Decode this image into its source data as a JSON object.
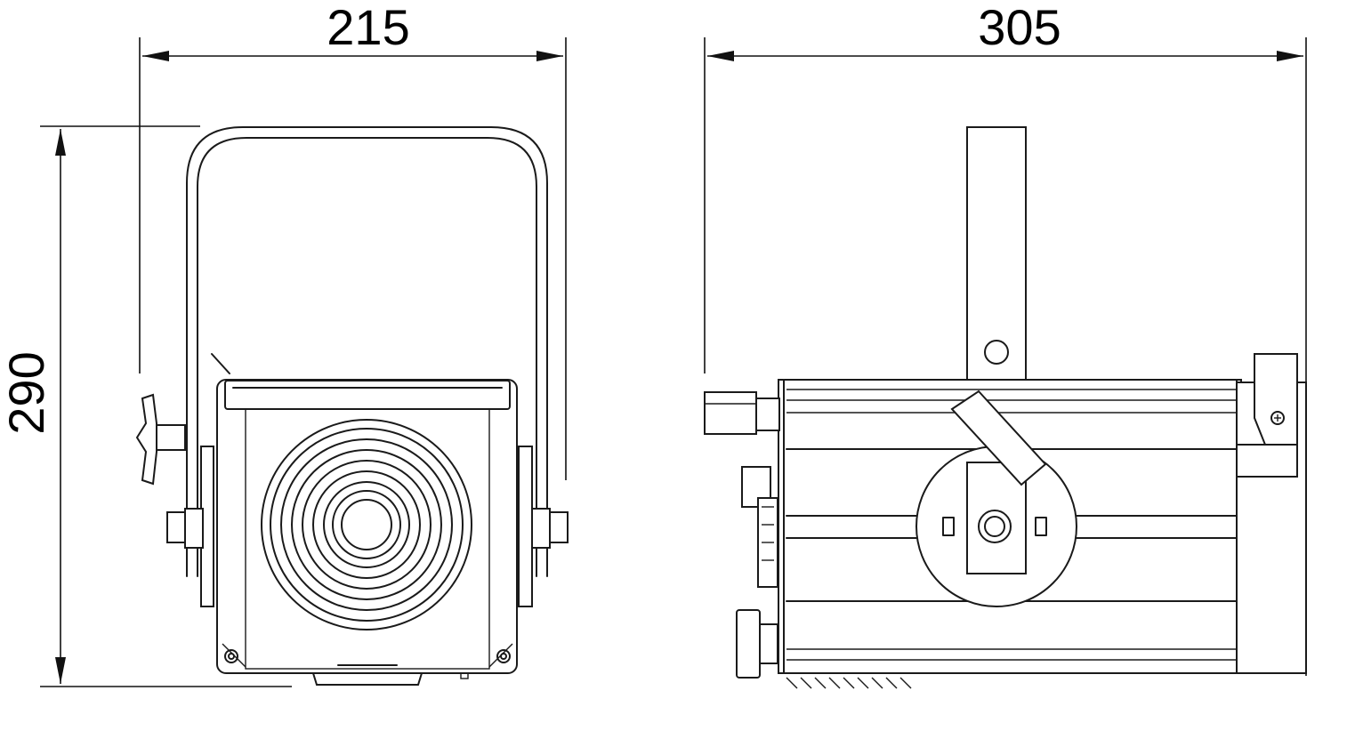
{
  "dimensions": {
    "front_width": "215",
    "side_length": "305",
    "height": "290"
  },
  "colors": {
    "line": "#1a1a1a",
    "background": "#ffffff"
  }
}
